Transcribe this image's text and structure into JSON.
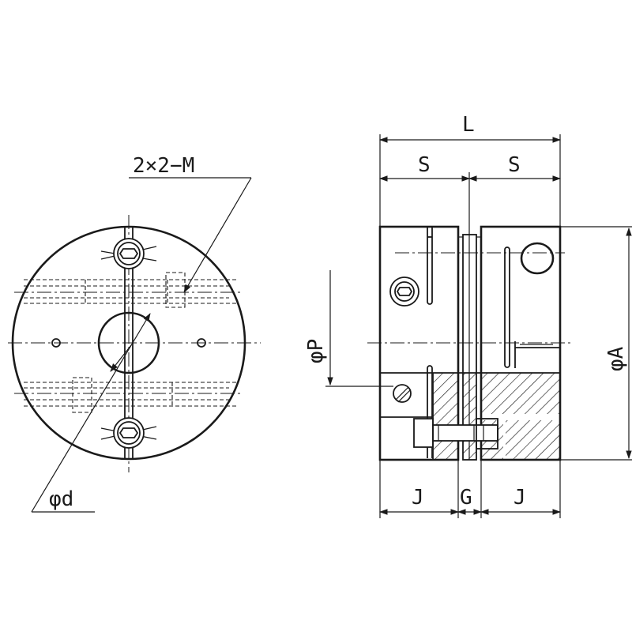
{
  "labels": {
    "screw_spec": "2×2−M",
    "bore_diameter": "φd",
    "overall_length": "L",
    "slit_length_left": "S",
    "slit_length_right": "S",
    "pcd_diameter": "φP",
    "outer_diameter": "φA",
    "hub_length_left": "J",
    "gap": "G",
    "hub_length_right": "J"
  },
  "colors": {
    "line": "#1a1a1a",
    "background": "#ffffff"
  },
  "views": [
    "front-view",
    "side-view"
  ]
}
